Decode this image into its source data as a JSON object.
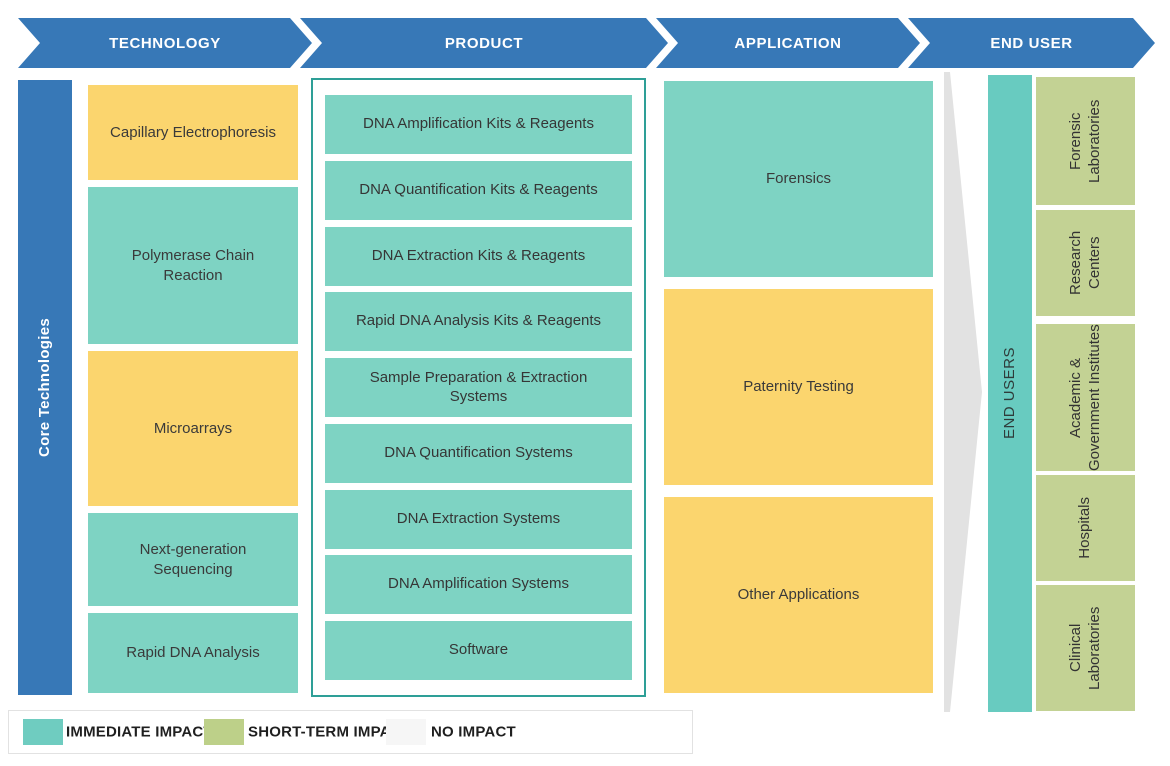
{
  "header": {
    "stages": [
      {
        "label": "TECHNOLOGY"
      },
      {
        "label": "PRODUCT"
      },
      {
        "label": "APPLICATION"
      },
      {
        "label": "END USER"
      }
    ]
  },
  "core_technologies": {
    "label": "Core Technologies"
  },
  "technology": {
    "items": [
      {
        "label": "Capillary Electrophoresis",
        "color": "yellow"
      },
      {
        "label": "Polymerase Chain Reaction",
        "color": "teal"
      },
      {
        "label": "Microarrays",
        "color": "yellow"
      },
      {
        "label": "Next-generation Sequencing",
        "color": "teal"
      },
      {
        "label": "Rapid DNA Analysis",
        "color": "teal"
      }
    ]
  },
  "product": {
    "items": [
      {
        "label": "DNA Amplification Kits & Reagents",
        "color": "teal"
      },
      {
        "label": "DNA Quantification Kits & Reagents",
        "color": "teal"
      },
      {
        "label": "DNA Extraction Kits & Reagents",
        "color": "teal"
      },
      {
        "label": "Rapid DNA Analysis Kits & Reagents",
        "color": "teal"
      },
      {
        "label": "Sample Preparation & Extraction Systems",
        "color": "teal"
      },
      {
        "label": "DNA Quantification Systems",
        "color": "teal"
      },
      {
        "label": "DNA Extraction Systems",
        "color": "teal"
      },
      {
        "label": "DNA Amplification Systems",
        "color": "teal"
      },
      {
        "label": "Software",
        "color": "teal"
      }
    ]
  },
  "application": {
    "items": [
      {
        "label": "Forensics",
        "color": "teal"
      },
      {
        "label": "Paternity Testing",
        "color": "yellow"
      },
      {
        "label": "Other Applications",
        "color": "yellow"
      }
    ]
  },
  "end_user": {
    "bar_label": "END USERS",
    "items": [
      {
        "label": "Forensic Laboratories",
        "color": "green"
      },
      {
        "label": "Research Centers",
        "color": "green"
      },
      {
        "label": "Academic & Government Institutes",
        "color": "green"
      },
      {
        "label": "Hospitals",
        "color": "green"
      },
      {
        "label": "Clinical Laboratories",
        "color": "green"
      }
    ]
  },
  "legend": {
    "items": [
      {
        "label": "IMMEDIATE IMPACT",
        "color": "#6fccc0"
      },
      {
        "label": "SHORT-TERM IMPACT",
        "color": "#bdd089"
      },
      {
        "label": "NO IMPACT",
        "color": "#f6f6f6"
      }
    ]
  },
  "colors": {
    "stage_blue": "#3778b7",
    "immediate_teal": "#7ed3c3",
    "yellow": "#fbd56e",
    "short_term_green": "#c3d294",
    "end_users_bar_teal": "#68cbc0",
    "flow_arrow_gray": "#e2e2e2",
    "product_border_teal": "#2e9f97"
  }
}
